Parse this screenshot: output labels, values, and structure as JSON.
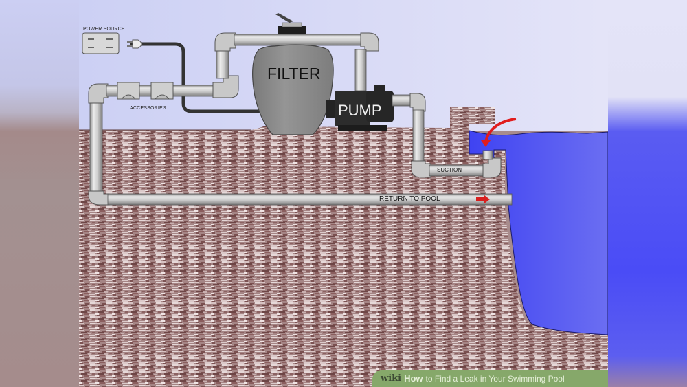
{
  "diagram": {
    "type": "pool-plumbing-illustration",
    "labels": {
      "power_source": "POWER SOURCE",
      "accessories": "ACCESSORIES",
      "filter": "FILTER",
      "pump": "PUMP",
      "suction": "SUCTION",
      "return_to_pool": "RETURN TO POOL"
    },
    "components": [
      {
        "id": "power-source",
        "label": "POWER SOURCE",
        "icon": "power-outlet-icon"
      },
      {
        "id": "plug",
        "icon": "electric-plug-icon"
      },
      {
        "id": "accessories",
        "label": "ACCESSORIES"
      },
      {
        "id": "filter",
        "label": "FILTER"
      },
      {
        "id": "pump",
        "label": "PUMP"
      },
      {
        "id": "suction-line",
        "label": "SUCTION"
      },
      {
        "id": "return-line",
        "label": "RETURN TO POOL",
        "icon": "arrow-right-icon"
      },
      {
        "id": "skimmer-flow",
        "icon": "curved-arrow-down-icon"
      },
      {
        "id": "pool-water"
      }
    ],
    "colors": {
      "sky": "#e0e0f7",
      "sky_left": "#cdd0f4",
      "soil": "#a88686",
      "pipe": "#c8c8c8",
      "pipe_dark": "#8a8a8a",
      "filter_body": "#8d8d8d",
      "pump_body": "#2a2a2a",
      "water": "#4b4ff3",
      "arrow_red": "#e11c1c",
      "banner_green": "#86a86a"
    }
  },
  "watermark": {
    "brand": "wiki",
    "how": "How",
    "title": "to Find a Leak in Your Swimming Pool"
  }
}
